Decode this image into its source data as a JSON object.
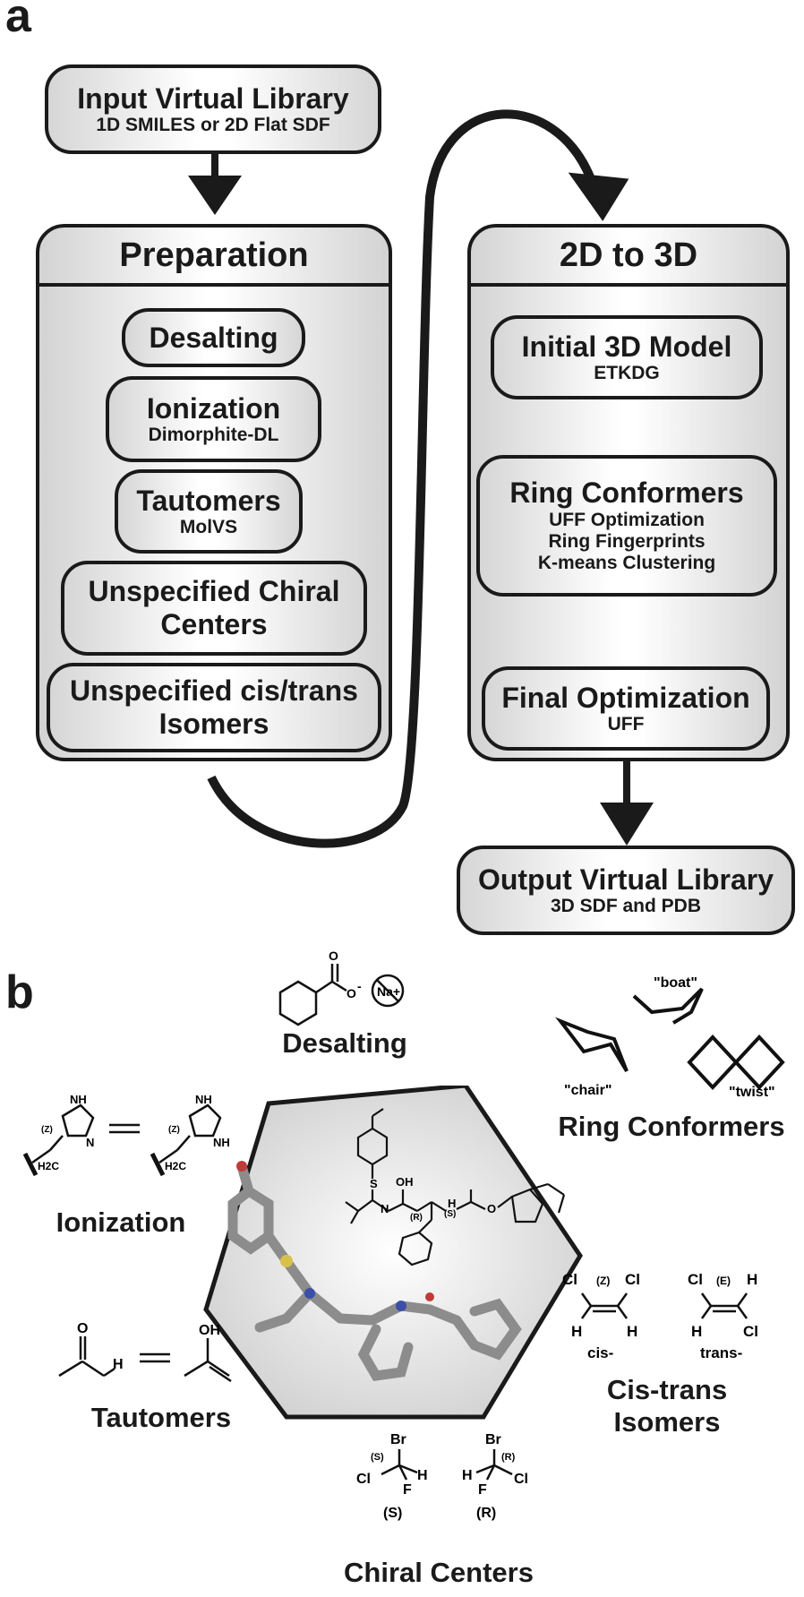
{
  "panel_a": {
    "letter": "a",
    "input": {
      "title": "Input Virtual Library",
      "subtitle": "1D SMILES or 2D Flat SDF"
    },
    "preparation": {
      "header": "Preparation",
      "steps": [
        {
          "title": "Desalting",
          "subtitle": ""
        },
        {
          "title": "Ionization",
          "subtitle": "Dimorphite-DL"
        },
        {
          "title": "Tautomers",
          "subtitle": "MolVS"
        },
        {
          "title": "Unspecified Chiral Centers",
          "subtitle": ""
        },
        {
          "title": "Unspecified cis/trans Isomers",
          "subtitle": ""
        }
      ]
    },
    "conversion": {
      "header": "2D to 3D",
      "steps": [
        {
          "title": "Initial 3D Model",
          "lines": [
            "ETKDG"
          ]
        },
        {
          "title": "Ring Conformers",
          "lines": [
            "UFF Optimization",
            "Ring Fingerprints",
            "K-means Clustering"
          ]
        },
        {
          "title": "Final Optimization",
          "lines": [
            "UFF"
          ]
        }
      ]
    },
    "output": {
      "title": "Output Virtual Library",
      "subtitle": "3D SDF and PDB"
    }
  },
  "panel_b": {
    "letter": "b",
    "labels": {
      "desalting": "Desalting",
      "ring_conformers": "Ring Conformers",
      "ionization": "Ionization",
      "tautomers": "Tautomers",
      "chiral_centers": "Chiral Centers",
      "cis_trans": "Cis-trans Isomers"
    },
    "ring_labels": {
      "boat": "\"boat\"",
      "chair": "\"chair\"",
      "twist": "\"twist\""
    },
    "salt_ion": "Na+",
    "carboxylate_charge": "-",
    "ionization_labels": {
      "z": "(Z)",
      "ch2": "H2C",
      "nh": "NH",
      "n": "N"
    },
    "cis_trans_labels": {
      "cis": "cis-",
      "trans": "trans-",
      "z": "(Z)",
      "e": "(E)",
      "cl": "Cl",
      "h": "H"
    },
    "chiral_labels": {
      "s": "(S)",
      "r": "(R)",
      "br": "Br",
      "cl": "Cl",
      "f": "F",
      "h": "H"
    },
    "tautomer_labels": {
      "o": "O",
      "oh": "OH",
      "h": "H"
    },
    "center_labels": {
      "r": "(R)",
      "s": "(S)",
      "oh": "OH",
      "n": "N",
      "s_atom": "S",
      "h": "H",
      "o": "O"
    }
  }
}
